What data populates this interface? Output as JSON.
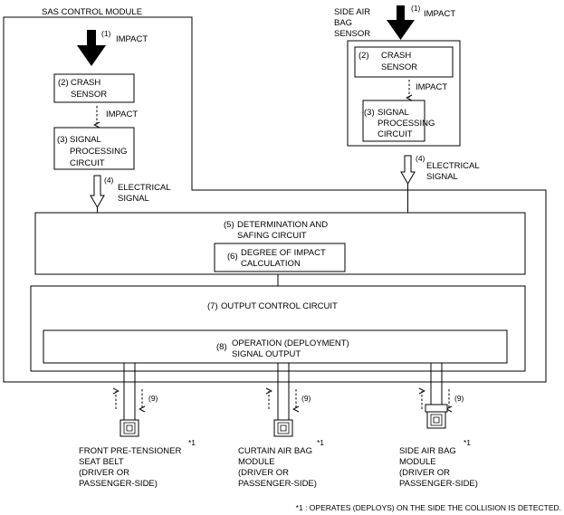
{
  "module_title": "SAS CONTROL MODULE",
  "side_sensor_title": [
    "SIDE AIR",
    "BAG",
    "SENSOR"
  ],
  "impact_num": "(1)",
  "impact_label": "IMPACT",
  "crash_sensor_num": "(2)",
  "crash_sensor_label": [
    "CRASH",
    "SENSOR"
  ],
  "impact_small": "IMPACT",
  "signal_proc_num": "(3)",
  "signal_proc_label": [
    "SIGNAL",
    "PROCESSING",
    "CIRCUIT"
  ],
  "electrical_num": "(4)",
  "electrical_label": [
    "ELECTRICAL",
    "SIGNAL"
  ],
  "determination_num": "(5)",
  "determination_label": [
    "DETERMINATION AND",
    "SAFING CIRCUIT"
  ],
  "degree_num": "(6)",
  "degree_label": [
    "DEGREE OF IMPACT",
    "CALCULATION"
  ],
  "output_control_num": "(7)",
  "output_control_label": "OUTPUT CONTROL  CIRCUIT",
  "operation_num": "(8)",
  "operation_label": [
    "OPERATION (DEPLOYMENT)",
    "SIGNAL OUTPUT"
  ],
  "feedback_num": "(9)",
  "outputs": [
    {
      "label": [
        "FRONT PRE-TENSIONER",
        "SEAT BELT",
        "(DRIVER OR",
        "PASSENGER-SIDE)"
      ],
      "note": "*1"
    },
    {
      "label": [
        "CURTAIN AIR BAG",
        "MODULE",
        "(DRIVER OR",
        "PASSENGER-SIDE)"
      ],
      "note": "*1"
    },
    {
      "label": [
        "SIDE AIR BAG",
        "MODULE",
        "(DRIVER OR",
        "PASSENGER-SIDE)"
      ],
      "note": "*1"
    }
  ],
  "footnote": "*1 : OPERATES (DEPLOYS) ON THE SIDE THE COLLISION IS DETECTED."
}
